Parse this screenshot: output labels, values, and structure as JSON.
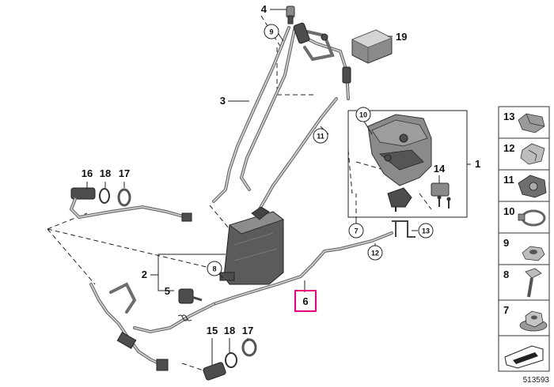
{
  "diagram_number": "513593",
  "callouts": {
    "c1": "1",
    "c2": "2",
    "c3": "3",
    "c4": "4",
    "c5": "5",
    "c6": "6",
    "c7": "7",
    "c8": "8",
    "c9": "9",
    "c10": "10",
    "c11": "11",
    "c12": "12",
    "c13": "13",
    "c14": "14",
    "c15": "15",
    "c16": "16",
    "c17a": "17",
    "c17b": "17",
    "c18a": "18",
    "c18b": "18",
    "c19": "19"
  },
  "side_panel": {
    "items": [
      {
        "label": "13",
        "icon": "clip-icon"
      },
      {
        "label": "12",
        "icon": "clamp-icon"
      },
      {
        "label": "11",
        "icon": "bracket-clip-icon"
      },
      {
        "label": "10",
        "icon": "hose-clamp-icon"
      },
      {
        "label": "9",
        "icon": "nut-icon"
      },
      {
        "label": "8",
        "icon": "bolt-icon"
      },
      {
        "label": "7",
        "icon": "collar-nut-icon"
      },
      {
        "label": "",
        "icon": "arrow-icon"
      }
    ]
  },
  "highlight_color": "#e6007e"
}
